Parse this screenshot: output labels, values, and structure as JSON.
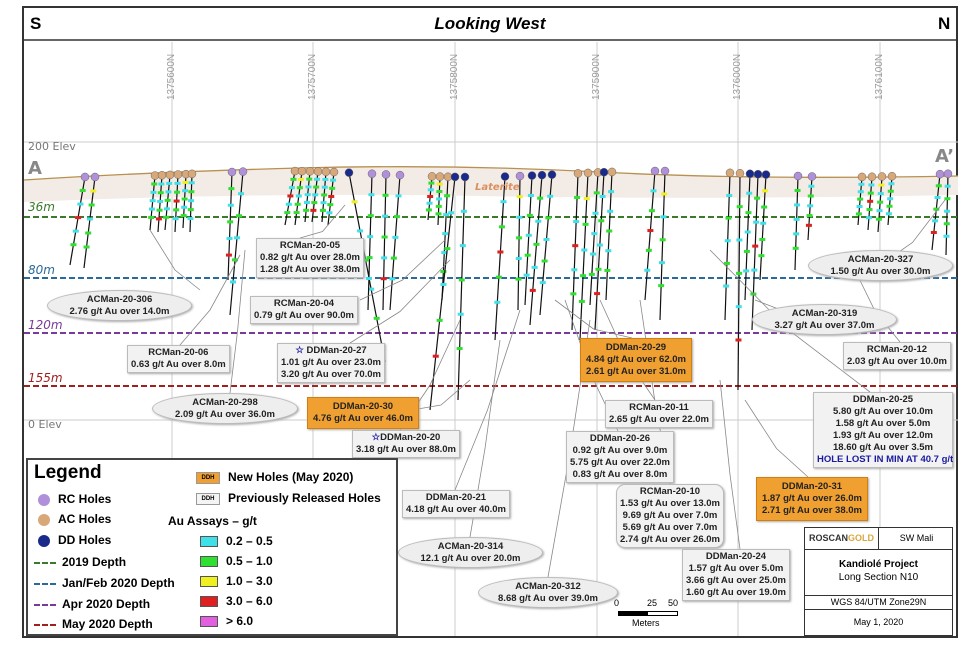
{
  "header": {
    "left": "S",
    "title": "Looking West",
    "right": "N"
  },
  "eastings": [
    "1375600N",
    "1375700N",
    "1375800N",
    "1375900N",
    "1376000N",
    "1376100N"
  ],
  "section_ends": {
    "start": "A",
    "end": "A’"
  },
  "elevations": {
    "top": "200 Elev",
    "bottom": "0 Elev"
  },
  "surface_label": "Laterite",
  "depths": [
    {
      "label": "36m",
      "color": "#3a7a2a"
    },
    {
      "label": "80m",
      "color": "#2a6a9a"
    },
    {
      "label": "120m",
      "color": "#7a3a9a"
    },
    {
      "label": "155m",
      "color": "#a02020"
    }
  ],
  "callouts": {
    "rc05": {
      "name": "RCMan-20-05",
      "lines": [
        "0.82 g/t Au over 28.0m",
        "1.28 g/t Au over 38.0m"
      ]
    },
    "rc04": {
      "name": "RCMan-20-04",
      "lines": [
        "0.79 g/t Au over 90.0m"
      ]
    },
    "ac306": {
      "name": "ACMan-20-306",
      "lines": [
        "2.76 g/t Au over 14.0m"
      ]
    },
    "rc06": {
      "name": "RCMan-20-06",
      "lines": [
        "0.63 g/t Au over 8.0m"
      ]
    },
    "dd27": {
      "name": "DDMan-20-27",
      "lines": [
        "1.01 g/t Au over 23.0m",
        "3.20 g/t Au over 70.0m"
      ]
    },
    "ac298": {
      "name": "ACMan-20-298",
      "lines": [
        "2.09 g/t Au over 36.0m"
      ]
    },
    "dd30": {
      "name": "DDMan-20-30",
      "lines": [
        "4.76 g/t Au over 46.0m"
      ]
    },
    "dd20": {
      "name": "DDMan-20-20",
      "lines": [
        "3.18 g/t Au over 88.0m"
      ]
    },
    "dd29": {
      "name": "DDMan-20-29",
      "lines": [
        "4.84 g/t Au over 62.0m",
        "2.61 g/t Au over 31.0m"
      ]
    },
    "ac327": {
      "name": "ACMan-20-327",
      "lines": [
        "1.50 g/t Au over 30.0m"
      ]
    },
    "ac319": {
      "name": "ACMan-20-319",
      "lines": [
        "3.27 g/t Au over 37.0m"
      ]
    },
    "rc12": {
      "name": "RCMan-20-12",
      "lines": [
        "2.03 g/t Au over 10.0m"
      ]
    },
    "dd25": {
      "name": "DDMan-20-25",
      "lines": [
        "5.80 g/t Au over 10.0m",
        "1.58 g/t Au over 5.0m",
        "1.93 g/t Au over 12.0m",
        "18.60 g/t Au over 3.5m"
      ],
      "note": "HOLE LOST IN MIN AT 40.7 g/t"
    },
    "rc11": {
      "name": "RCMan-20-11",
      "lines": [
        "2.65 g/t Au over 22.0m"
      ]
    },
    "dd26": {
      "name": "DDMan-20-26",
      "lines": [
        "0.92 g/t Au over 9.0m",
        "5.75 g/t Au over 22.0m",
        "0.83 g/t Au over 8.0m"
      ]
    },
    "dd21": {
      "name": "DDMan-20-21",
      "lines": [
        "4.18 g/t Au over 40.0m"
      ]
    },
    "rc10": {
      "name": "RCMan-20-10",
      "lines": [
        "1.53 g/t Au over 13.0m",
        "9.69 g/t Au over 7.0m",
        "5.69 g/t Au over 7.0m",
        "2.74 g/t Au over 26.0m"
      ]
    },
    "dd31": {
      "name": "DDMan-20-31",
      "lines": [
        "1.87 g/t Au over 26.0m",
        "2.71 g/t Au over 38.0m"
      ]
    },
    "ac314": {
      "name": "ACMan-20-314",
      "lines": [
        "12.1 g/t Au over 20.0m"
      ]
    },
    "ac312": {
      "name": "ACMan-20-312",
      "lines": [
        "8.68 g/t Au over 39.0m"
      ]
    },
    "dd24": {
      "name": "DDMan-20-24",
      "lines": [
        "1.57 g/t Au over 5.0m",
        "3.66 g/t Au over 25.0m",
        "1.60 g/t Au over 19.0m"
      ]
    }
  },
  "scale": {
    "ticks": [
      "0",
      "25",
      "50"
    ],
    "unit": "Meters"
  },
  "legend": {
    "title": "Legend",
    "holes": [
      {
        "label": "RC Holes",
        "color": "#b090d8"
      },
      {
        "label": "AC Holes",
        "color": "#d8a878"
      },
      {
        "label": "DD Holes",
        "color": "#1a2a8a"
      }
    ],
    "depths": [
      {
        "label": "2019 Depth",
        "color": "#3a7a2a"
      },
      {
        "label": "Jan/Feb 2020 Depth",
        "color": "#2a6a9a"
      },
      {
        "label": "Apr 2020 Depth",
        "color": "#7a3a9a"
      },
      {
        "label": "May 2020 Depth",
        "color": "#a02020"
      }
    ],
    "ddh_tag": "DDH",
    "new_holes": "New Holes (May 2020)",
    "prev_holes": "Previously Released Holes",
    "assay_title": "Au Assays – g/t",
    "assays": [
      {
        "label": "0.2 – 0.5",
        "color": "#40e0e8"
      },
      {
        "label": "0.5 – 1.0",
        "color": "#30e030"
      },
      {
        "label": "1.0 – 3.0",
        "color": "#f0f020"
      },
      {
        "label": "3.0 – 6.0",
        "color": "#e02020"
      },
      {
        "label": "> 6.0",
        "color": "#e060e0"
      }
    ]
  },
  "title_block": {
    "company_a": "ROSCAN",
    "company_b": "GOLD",
    "region": "SW Mali",
    "project": "Kandiolé Project",
    "section": "Long Section N10",
    "datum": "WGS 84/UTM Zone29N",
    "date": "May 1, 2020"
  }
}
